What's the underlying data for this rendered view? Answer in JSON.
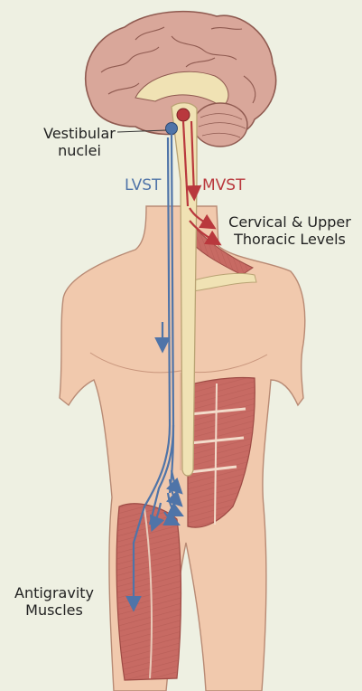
{
  "colors": {
    "background": "#eef0e2",
    "skin": "#f1c9ad",
    "skin_outline": "#b88a74",
    "brain": "#d9a79a",
    "spinal_cord": "#f0e2b4",
    "muscle": "#c76a63",
    "lvst": "#4f74a8",
    "mvst": "#b9383d"
  },
  "labels": {
    "vestibular": [
      "Vestibular",
      "nuclei"
    ],
    "lvst": "LVST",
    "mvst": "MVST",
    "cervical": [
      "Cervical & Upper",
      "Thoracic Levels"
    ],
    "antigravity": [
      "Antigravity",
      "Muscles"
    ]
  },
  "icons": [
    "brain-illustration",
    "cerebellum-illustration",
    "spinal-cord-illustration",
    "torso-illustration",
    "abdominal-muscle-illustration",
    "thigh-muscle-illustration",
    "neck-muscle-illustration"
  ]
}
